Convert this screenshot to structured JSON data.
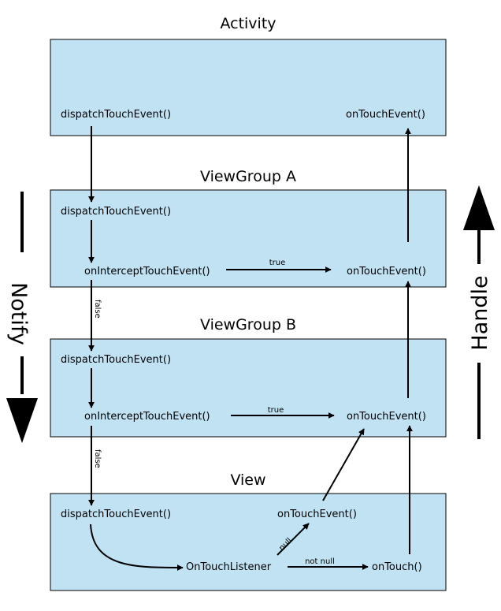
{
  "layers": {
    "activity": {
      "title": "Activity",
      "dispatch": "dispatchTouchEvent()",
      "on_touch_event": "onTouchEvent()"
    },
    "viewgroup_a": {
      "title": "ViewGroup A",
      "dispatch": "dispatchTouchEvent()",
      "intercept": "onInterceptTouchEvent()",
      "on_touch_event": "onTouchEvent()"
    },
    "viewgroup_b": {
      "title": "ViewGroup B",
      "dispatch": "dispatchTouchEvent()",
      "intercept": "onInterceptTouchEvent()",
      "on_touch_event": "onTouchEvent()"
    },
    "view": {
      "title": "View",
      "dispatch": "dispatchTouchEvent()",
      "listener": "OnTouchListener",
      "on_touch_event": "onTouchEvent()",
      "on_touch": "onTouch()"
    }
  },
  "edge_labels": {
    "true_a": "true",
    "true_b": "true",
    "false_a": "false",
    "false_b": "false",
    "null": "null",
    "not_null": "not null"
  },
  "side_labels": {
    "notify": "Notify",
    "handle": "Handle"
  }
}
